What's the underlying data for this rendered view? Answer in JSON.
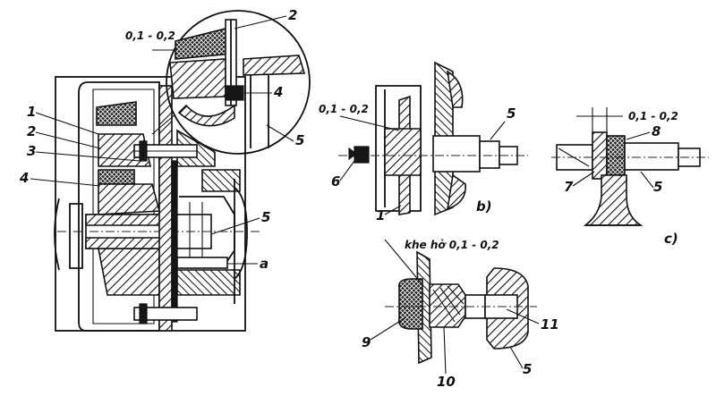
{
  "figure": {
    "main_labels": [
      "1",
      "2",
      "3",
      "4",
      "5",
      "a"
    ],
    "detail_labels": [
      "2",
      "4",
      "5"
    ],
    "detail_clearance": "0,1 - 0,2",
    "view_b": {
      "caption": "b)",
      "clearance": "0,1 - 0,2",
      "labels": [
        "5",
        "6",
        "1"
      ]
    },
    "view_c": {
      "caption": "c)",
      "clearance": "0,1 - 0,2",
      "labels": [
        "8",
        "7",
        "5"
      ]
    },
    "view_d": {
      "clearance_note": "khe hở 0,1 - 0,2",
      "labels": [
        "9",
        "10",
        "11",
        "5"
      ]
    }
  }
}
